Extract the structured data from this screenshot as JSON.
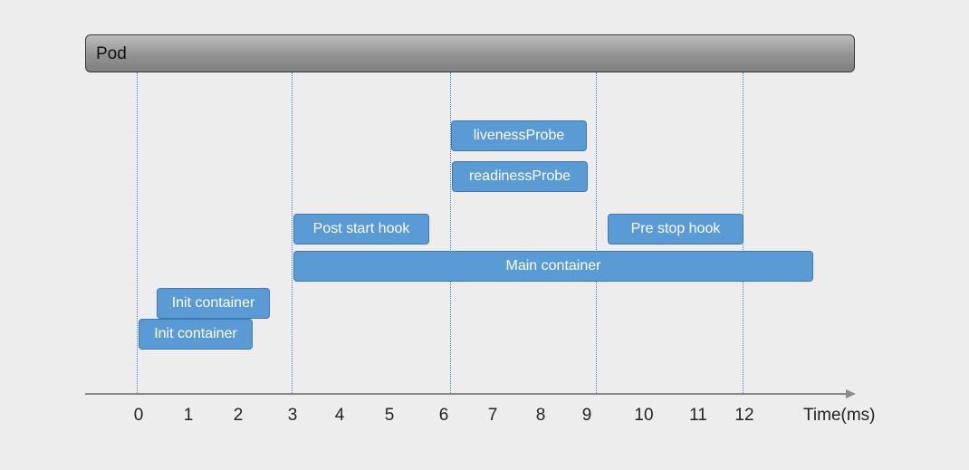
{
  "pod": {
    "label": "Pod"
  },
  "boxes": {
    "liveness_probe": "livenessProbe",
    "readiness_probe": "readinessProbe",
    "post_start_hook": "Post start hook",
    "pre_stop_hook": "Pre stop hook",
    "main_container": "Main container",
    "init_container_1": "Init container",
    "init_container_2": "Init container"
  },
  "axis": {
    "title": "Time(ms)",
    "ticks": [
      "0",
      "1",
      "2",
      "3",
      "4",
      "5",
      "6",
      "7",
      "8",
      "9",
      "10",
      "11",
      "12"
    ]
  },
  "colors": {
    "box_fill": "#5b9bd5",
    "box_border": "#3c78b4",
    "guide_line": "#3f84c8",
    "pod_bar": "#939393",
    "axis": "#8a8a8a"
  }
}
